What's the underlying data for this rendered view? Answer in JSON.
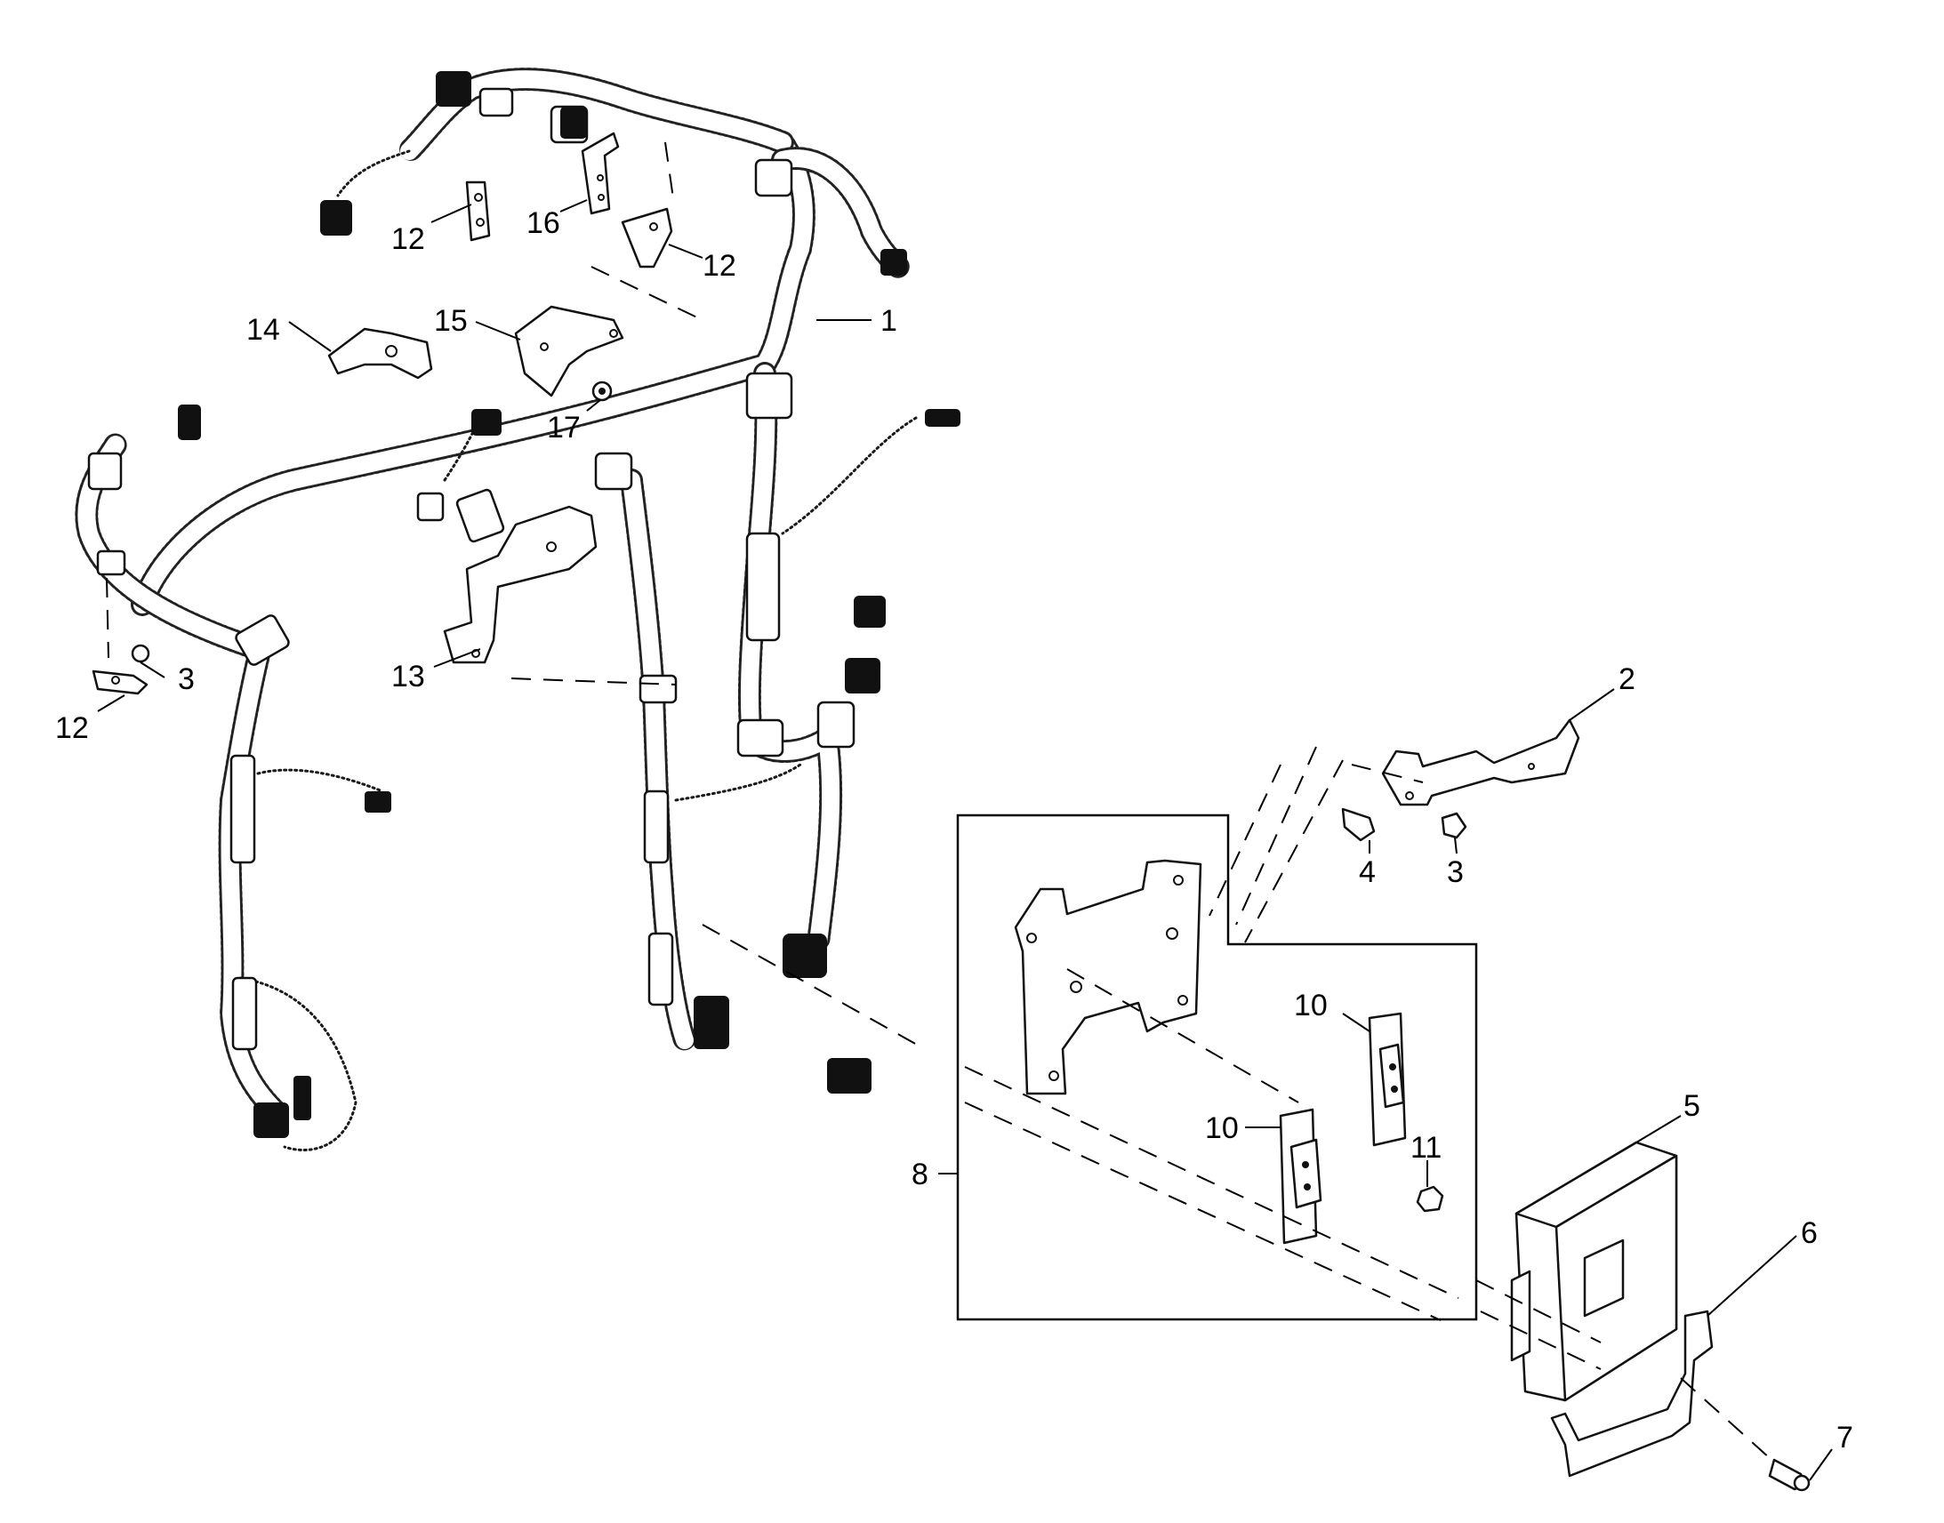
{
  "diagram": {
    "callouts": [
      {
        "id": "c1",
        "label": "1"
      },
      {
        "id": "c2",
        "label": "2"
      },
      {
        "id": "c3a",
        "label": "3"
      },
      {
        "id": "c3b",
        "label": "3"
      },
      {
        "id": "c4",
        "label": "4"
      },
      {
        "id": "c5",
        "label": "5"
      },
      {
        "id": "c6",
        "label": "6"
      },
      {
        "id": "c7",
        "label": "7"
      },
      {
        "id": "c8",
        "label": "8"
      },
      {
        "id": "c10a",
        "label": "10"
      },
      {
        "id": "c10b",
        "label": "10"
      },
      {
        "id": "c11",
        "label": "11"
      },
      {
        "id": "c12a",
        "label": "12"
      },
      {
        "id": "c12b",
        "label": "12"
      },
      {
        "id": "c12c",
        "label": "12"
      },
      {
        "id": "c13",
        "label": "13"
      },
      {
        "id": "c14",
        "label": "14"
      },
      {
        "id": "c15",
        "label": "15"
      },
      {
        "id": "c16",
        "label": "16"
      },
      {
        "id": "c17",
        "label": "17"
      }
    ]
  }
}
